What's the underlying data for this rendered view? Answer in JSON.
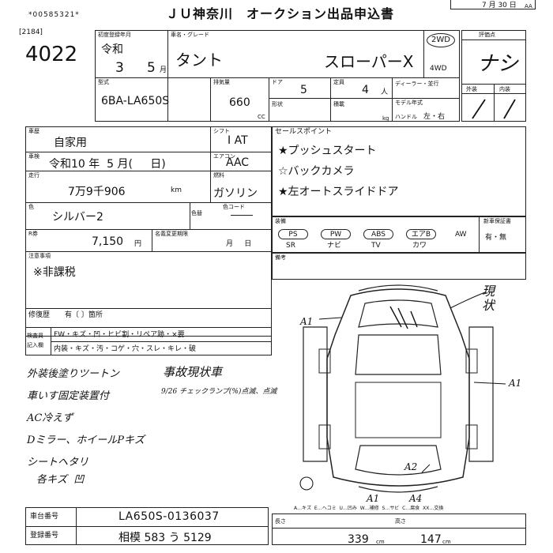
{
  "header": {
    "serial": "*00585321*",
    "title": "ＪＵ神奈川　オークション出品申込書",
    "date": "7 月 30 日",
    "date_suffix": "AA",
    "code": "[2184]",
    "lot_number": "4022"
  },
  "vehicle": {
    "first_reg_label": "初度登録年月",
    "era": "令和",
    "year": "3",
    "month": "5",
    "month_unit": "月",
    "name_label": "車名・グレード",
    "name": "タント",
    "grade": "スローパーX",
    "drive_2wd": "2WD",
    "drive_4wd": "4WD",
    "model_label": "型式",
    "model": "6BA-LA650S",
    "displacement_label": "排気量",
    "displacement": "660",
    "cc": "CC",
    "doors_label": "ドア",
    "doors": "5",
    "capacity_label": "定員",
    "capacity": "4",
    "capacity_unit": "人",
    "shape_label": "形状",
    "load_label": "積載",
    "kg": "kg",
    "dealer_label": "ディーラー・並行",
    "model_year_label": "モデル年式",
    "handle_label": "ハンドル",
    "handle": "左・右"
  },
  "rating": {
    "eval_label": "評価点",
    "eval_value": "ナシ",
    "exterior_label": "外装",
    "interior_label": "内装"
  },
  "usage": {
    "category_label": "車歴",
    "category": "自家用",
    "inspection_label": "車検",
    "inspection": "令和10 年  5 月(     日)",
    "mileage_label": "走行",
    "mileage": "7万9千906",
    "km": "km",
    "shift_label": "シフト",
    "shift": "I AT",
    "ac_label": "エアコン",
    "ac": "AAC",
    "fuel_label": "燃料",
    "fuel": "ガソリン",
    "color_label": "色",
    "color": "シルバー2",
    "color_change_label": "色替",
    "color_code_label": "色コード",
    "tax_label": "R券",
    "tax": "7,150",
    "yen": "円",
    "name_change_label": "名義変更期限",
    "name_change": "月     日",
    "notes_label": "注意事項",
    "notes": "※非課税",
    "record_label": "修復歴",
    "record": "有〔  〕箇所"
  },
  "sales_points": {
    "label": "セールスポイント",
    "items": [
      "★プッシュスタート",
      "☆バックカメラ",
      "★左オートスライドドア"
    ]
  },
  "equipment": {
    "label": "装備",
    "items": [
      {
        "top": "PS",
        "bottom": "SR"
      },
      {
        "top": "PW",
        "bottom": "ナビ"
      },
      {
        "top": "ABS",
        "bottom": "TV"
      },
      {
        "top": "エアB",
        "bottom": "カワ"
      },
      {
        "top": "AW",
        "bottom": ""
      }
    ],
    "manual_label": "新車保証書",
    "manual": "有・無"
  },
  "misc_label": "備考",
  "inspector": {
    "label_a": "検査員",
    "label_b": "記入欄",
    "row1": "FW・キズ・凹・ヒビ割・リペア跡・×要",
    "row2": "内装・キズ・汚・コゲ・穴・スレ・キレ・破"
  },
  "handwritten": {
    "left_notes": [
      "外装後塗りツートン",
      "車いす固定装置付",
      "AC冷えず",
      "Dミラー、ホイールPキズ",
      "シートヘタリ",
      "各キズ  凹"
    ],
    "accident": "事故現状車",
    "accident_sub": "9/26 チェックランプ(%)点滅、点滅",
    "status": "現状",
    "marks": [
      "A1",
      "A1",
      "A2",
      "A1",
      "A4"
    ]
  },
  "legend": "A…キズ  E…ヘコミ  U…凹み  W…補修  S…サビ  C…腐食  XX…交換",
  "footer": {
    "chassis_label": "車台番号",
    "chassis": "LA650S-0136037",
    "reg_label": "登録番号",
    "reg": "相模 583 う 5129",
    "length_label": "長さ",
    "length": "339",
    "height_label": "高さ",
    "height": "147",
    "cm": "cm"
  }
}
